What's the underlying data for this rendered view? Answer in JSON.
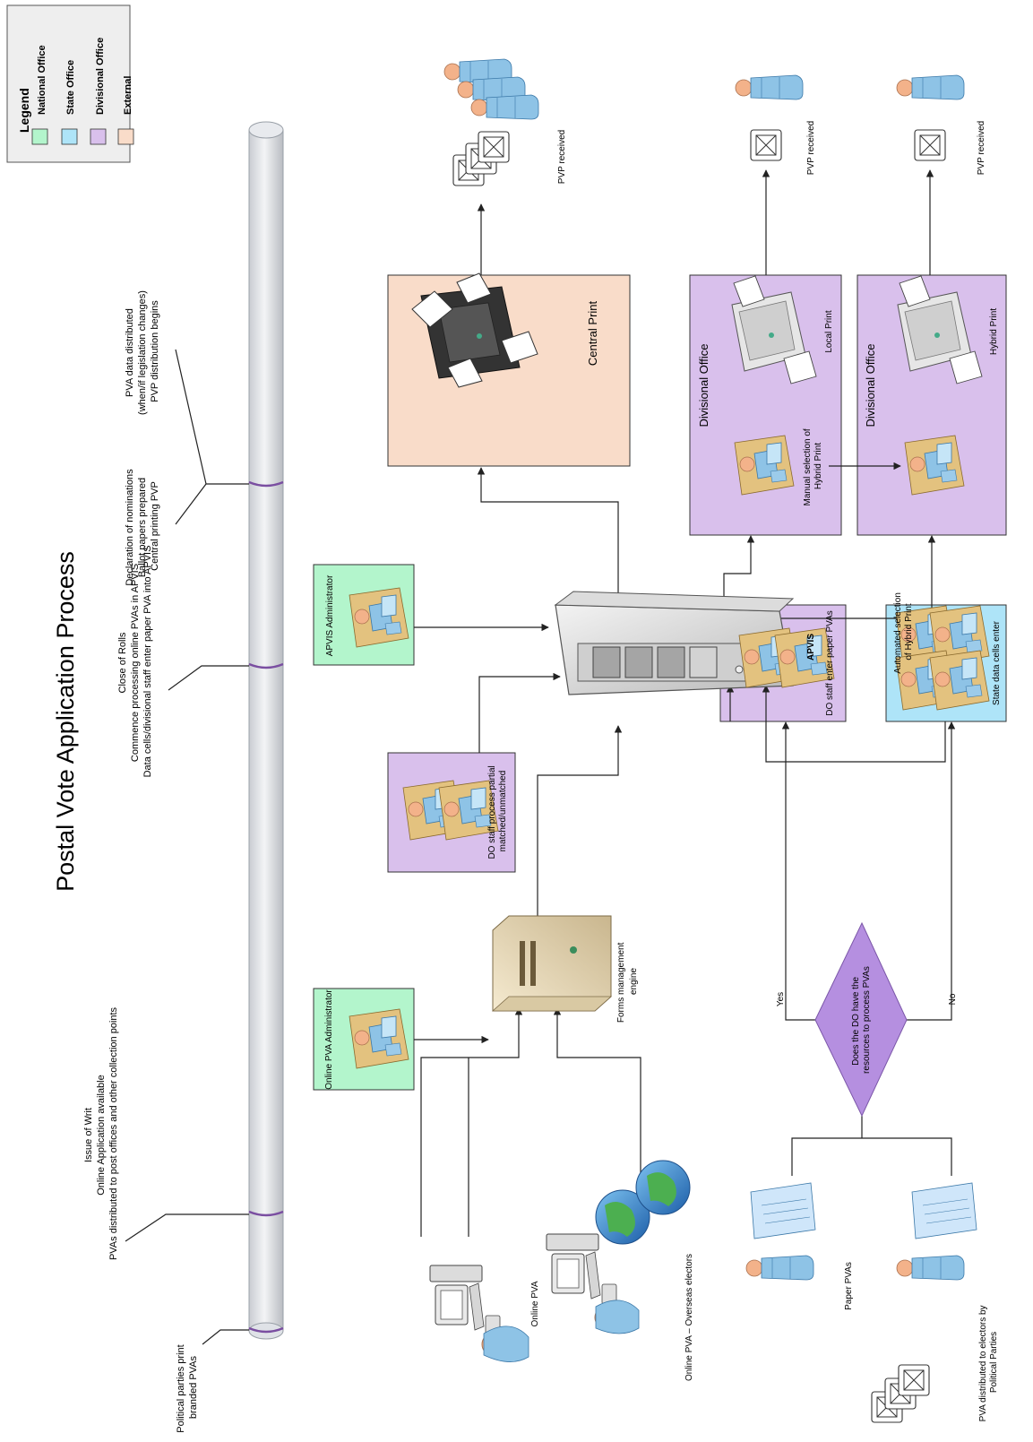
{
  "title": "Postal Vote Application Process",
  "legend": {
    "title": "Legend",
    "items": [
      {
        "label": "National Office",
        "color": "#b3f5cc"
      },
      {
        "label": "State Office",
        "color": "#aee4f8"
      },
      {
        "label": "Divisional Office",
        "color": "#d9c0ec"
      },
      {
        "label": "External",
        "color": "#f9dcc9"
      }
    ]
  },
  "timeline": {
    "political": [
      "Political parties print",
      "branded PVAs"
    ],
    "writ": [
      "Issue of Writ",
      "Online Application available",
      "PVAs distributed to post offices and other collection points"
    ],
    "rolls": [
      "Close of Rolls",
      "Commence processing online PVAs in APVIS",
      "Data cells/divisional staff enter paper PVA into APVIS"
    ],
    "nominations": [
      "Declaration of nominations",
      "Ballot papers prepared",
      "Central printing PVP"
    ],
    "distribution": [
      "PVA data distributed",
      "(when/if legislation changes)",
      "PVP distribution begins"
    ]
  },
  "nodes": {
    "online_pva": "Online PVA",
    "overseas": "Online PVA – Overseas electors",
    "paper_pvas": "Paper PVAs",
    "political_pva": [
      "PVA distributed to electors by",
      "Political Parties"
    ],
    "online_admin": "Online PVA Administrator",
    "forms_engine": [
      "Forms management",
      "engine"
    ],
    "decision": [
      "Does the DO have the",
      "resources to process PVAs"
    ],
    "yes": "Yes",
    "no": "No",
    "do_partial": [
      "DO staff process partial",
      "matched/unmatched"
    ],
    "do_paper": "DO staff enter paper PVAs",
    "state_cells": "State data cells enter",
    "apvis_admin": "APVIS Administrator",
    "apvis": "APVIS",
    "auto_hybrid": [
      "Automated selection",
      "of Hybrid Print"
    ],
    "central_print": "Central Print",
    "div_office": "Divisional Office",
    "local_print": "Local Print",
    "hybrid_print": "Hybrid Print",
    "manual_hybrid": [
      "Manual selection of",
      "Hybrid Print"
    ],
    "pvp_received": "PVP received"
  }
}
